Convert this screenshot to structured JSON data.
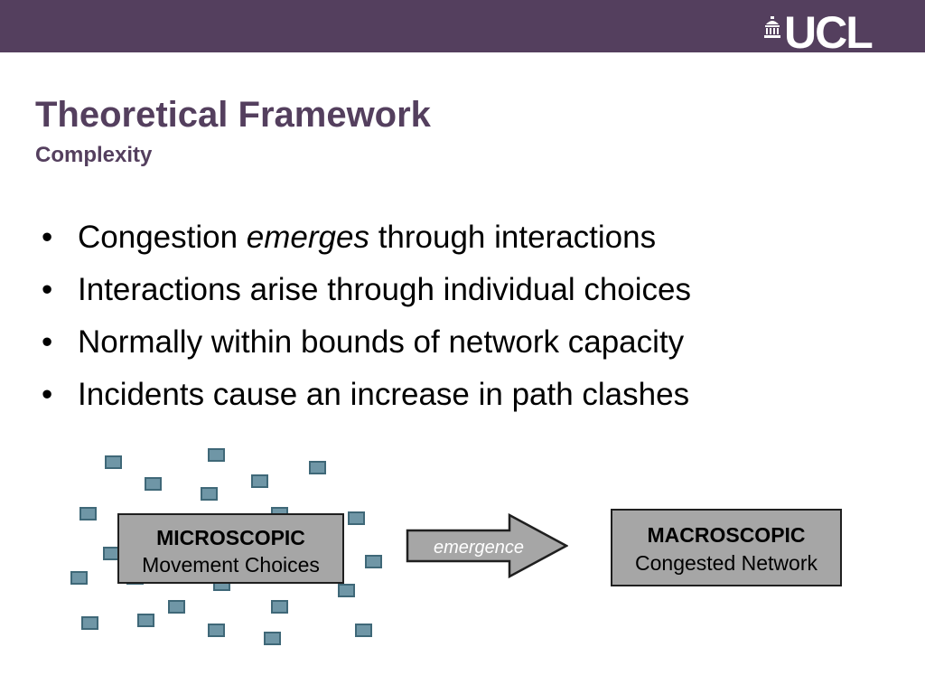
{
  "header": {
    "logo_text": "UCL",
    "colors": {
      "bar": "#543f5e",
      "accent": "#543f5e"
    }
  },
  "slide": {
    "title": "Theoretical Framework",
    "subtitle": "Complexity"
  },
  "bullets": [
    {
      "before": "Congestion ",
      "emphasis": "emerges",
      "after": " through interactions"
    },
    {
      "before": "Interactions arise through individual choices",
      "emphasis": "",
      "after": ""
    },
    {
      "before": "Normally within bounds of network capacity",
      "emphasis": "",
      "after": ""
    },
    {
      "before": "Incidents cause an increase in path clashes",
      "emphasis": "",
      "after": ""
    }
  ],
  "bullet_glyph": "•",
  "diagram": {
    "micro": {
      "head": "MICROSCOPIC",
      "sub": "Movement Choices"
    },
    "arrow": {
      "label": "emergence"
    },
    "macro": {
      "head": "MACROSCOPIC",
      "sub": "Congested Network"
    },
    "colors": {
      "agent_fill": "#6f96a6",
      "box_fill": "#a6a6a6",
      "arrow_fill": "#a6a6a6"
    }
  }
}
